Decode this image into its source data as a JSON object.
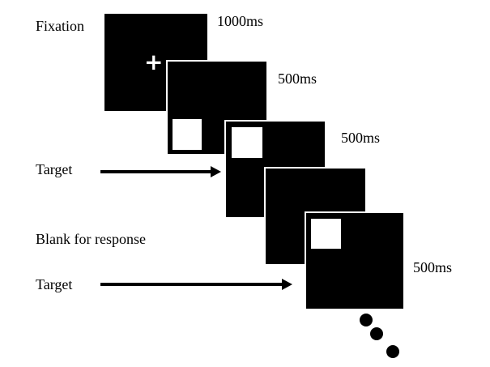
{
  "labels": {
    "fixation": "Fixation",
    "target_1": "Target",
    "blank_for_response": "Blank for response",
    "target_2": "Target"
  },
  "durations": {
    "fixation": "1000ms",
    "frame_2": "500ms",
    "frame_3": "500ms",
    "frame_5": "500ms"
  },
  "symbols": {
    "fixation_cross": "+"
  },
  "colors": {
    "screen": "#000000",
    "stimulus": "#ffffff",
    "background": "#ffffff"
  }
}
